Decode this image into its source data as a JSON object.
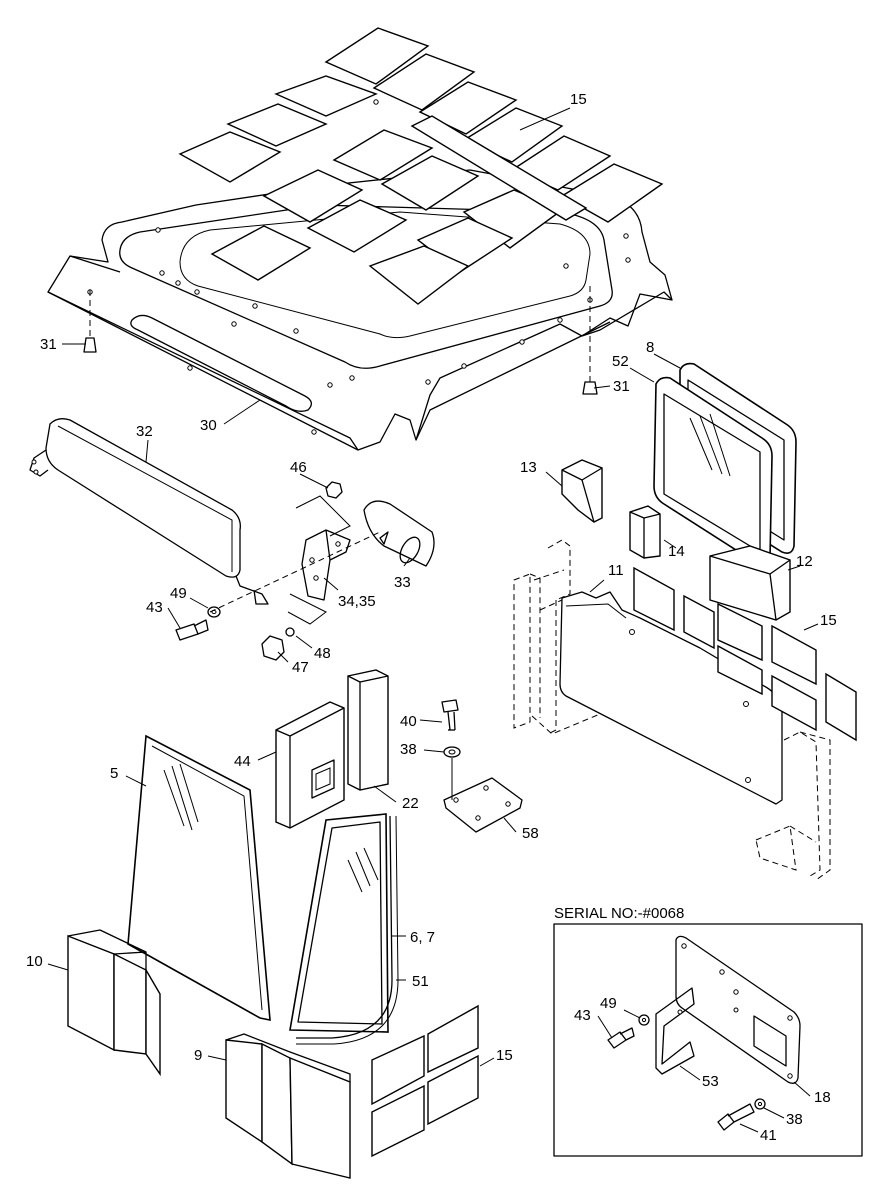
{
  "serial_box": {
    "title": "SERIAL NO:-#0068"
  },
  "callouts": {
    "c15a": "15",
    "c8": "8",
    "c52": "52",
    "c31a": "31",
    "c31b": "31",
    "c30": "30",
    "c32": "32",
    "c46": "46",
    "c13": "13",
    "c14": "14",
    "c11": "11",
    "c12": "12",
    "c15b": "15",
    "c33": "33",
    "c3435": "34,35",
    "c49a": "49",
    "c43a": "43",
    "c48": "48",
    "c47": "47",
    "c40": "40",
    "c38a": "38",
    "c44": "44",
    "c5": "5",
    "c22": "22",
    "c58": "58",
    "c67": "6, 7",
    "c10": "10",
    "c51": "51",
    "c9": "9",
    "c15c": "15",
    "c49b": "49",
    "c43b": "43",
    "c53": "53",
    "c18": "18",
    "c38b": "38",
    "c41": "41"
  }
}
